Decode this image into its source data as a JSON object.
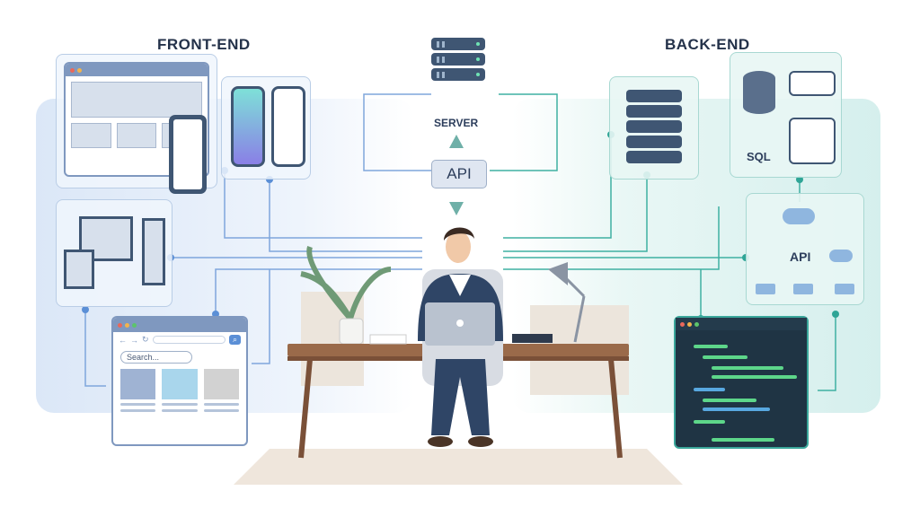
{
  "headings": {
    "front_end": "FRONT-END",
    "back_end": "BACK-END"
  },
  "center": {
    "server_label": "SERVER",
    "api_label": "API"
  },
  "backend": {
    "sql_label": "SQL",
    "api_label": "API"
  },
  "browser": {
    "search_placeholder": "Search..."
  },
  "colors": {
    "frontend_accent": "#5b8fd6",
    "backend_accent": "#2fa596",
    "dark_navy": "#24324a"
  }
}
